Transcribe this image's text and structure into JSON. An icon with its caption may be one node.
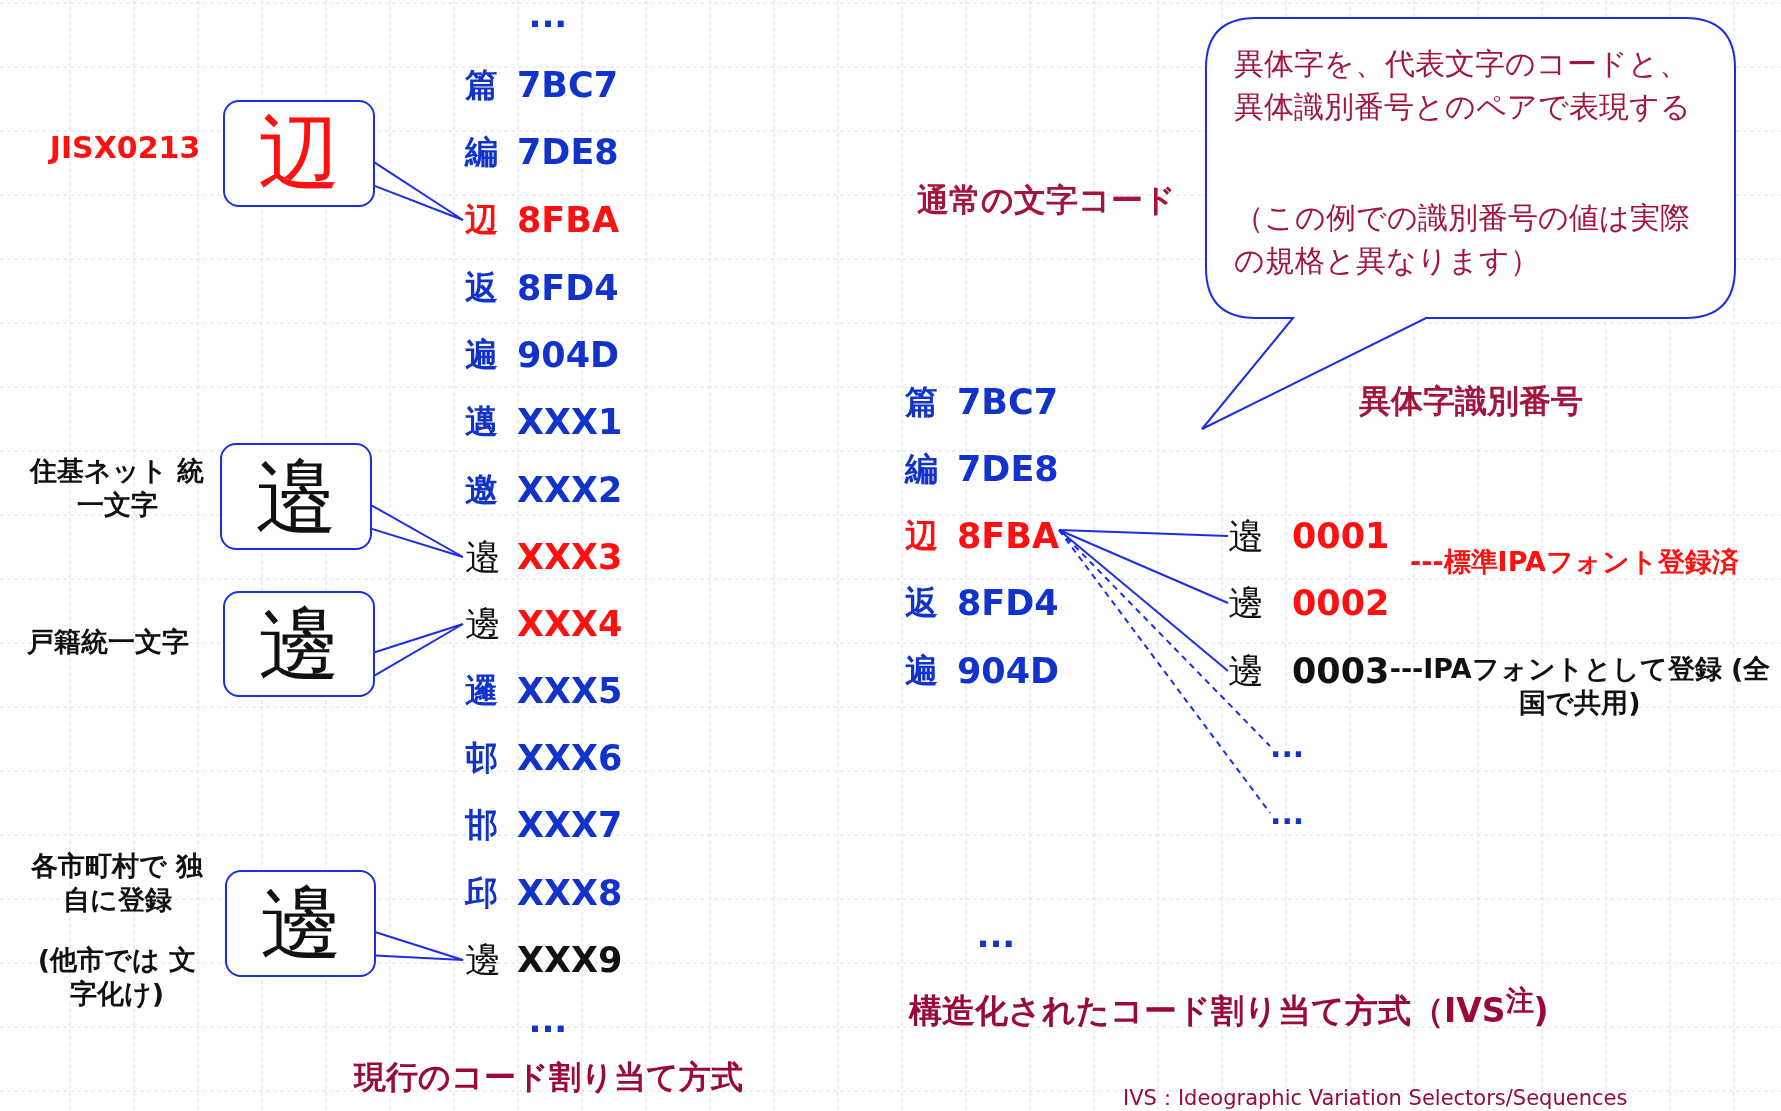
{
  "diagram": {
    "nodes": [
      {
        "text": [
          "辺"
        ],
        "beside": [
          "JISX0213"
        ]
      },
      {
        "text": [
          "邉"
        ],
        "beside": [
          "住基ネット 統一文字"
        ]
      },
      {
        "text": [
          "邊"
        ],
        "beside": [
          "戸籍統一文字"
        ]
      },
      {
        "text": [
          "邊"
        ],
        "beside": [
          "各市町村で 独自に登録",
          "(他市では 文字化け)"
        ]
      },
      {
        "text": [
          "篇",
          "7BC7"
        ]
      },
      {
        "text": [
          "編",
          "7DE8"
        ]
      },
      {
        "text": [
          "辺",
          "8FBA"
        ]
      },
      {
        "text": [
          "返",
          "8FD4"
        ]
      },
      {
        "text": [
          "遍",
          "904D"
        ]
      },
      {
        "text": [
          "邁",
          "XXX1"
        ]
      },
      {
        "text": [
          "邀",
          "XXX2"
        ]
      },
      {
        "text": [
          "邉",
          "XXX3"
        ]
      },
      {
        "text": [
          "邊",
          "XXX4"
        ]
      },
      {
        "text": [
          "邏",
          "XXX5"
        ]
      },
      {
        "text": [
          "邨",
          "XXX6"
        ]
      },
      {
        "text": [
          "邯",
          "XXX7"
        ]
      },
      {
        "text": [
          "邱",
          "XXX8"
        ]
      },
      {
        "text": [
          "邊",
          "XXX9"
        ]
      },
      {
        "text": [
          "異体字を、代表文字のコードと、異体識別番号とのペアで表現する",
          "（この例での識別番号の値は実際の規格と異なります）"
        ]
      },
      {
        "text": [
          "篇",
          "7BC7"
        ]
      },
      {
        "text": [
          "編",
          "7DE8"
        ]
      },
      {
        "text": [
          "辺",
          "8FBA"
        ]
      },
      {
        "text": [
          "返",
          "8FD4"
        ]
      },
      {
        "text": [
          "遍",
          "904D"
        ]
      },
      {
        "text": [
          "邉",
          "0001"
        ],
        "beside": [
          "---標準IPAフォント登録済"
        ]
      },
      {
        "text": [
          "邊",
          "0002"
        ]
      },
      {
        "text": [
          "邊",
          "0003"
        ],
        "beside": [
          "---IPAフォントとして登録 (全国で共用)"
        ]
      },
      {
        "text": [
          "..."
        ]
      },
      {
        "text": [
          "..."
        ]
      }
    ],
    "edges": [
      {
        "from": 0,
        "to": 6,
        "arrow": "none"
      },
      {
        "from": 1,
        "to": 11,
        "arrow": "none"
      },
      {
        "from": 2,
        "to": 12,
        "arrow": "none"
      },
      {
        "from": 3,
        "to": 17,
        "arrow": "none"
      },
      {
        "from": 21,
        "to": 24,
        "arrow": "none"
      },
      {
        "from": 21,
        "to": 25,
        "arrow": "none"
      },
      {
        "from": 21,
        "to": 26,
        "arrow": "none"
      },
      {
        "from": 21,
        "to": 27,
        "arrow": "none",
        "style": "dashed"
      },
      {
        "from": 21,
        "to": 28,
        "arrow": "none",
        "style": "dashed"
      }
    ],
    "labels": [
      "...",
      "通常の文字コード",
      "異体字識別番号",
      "...",
      "...",
      "構造化されたコード割り当て方式（IVS$^{注}$)",
      "現行のコード割り当て方式",
      "IVS：Ideographic Variation Selectors/Sequences"
    ]
  }
}
